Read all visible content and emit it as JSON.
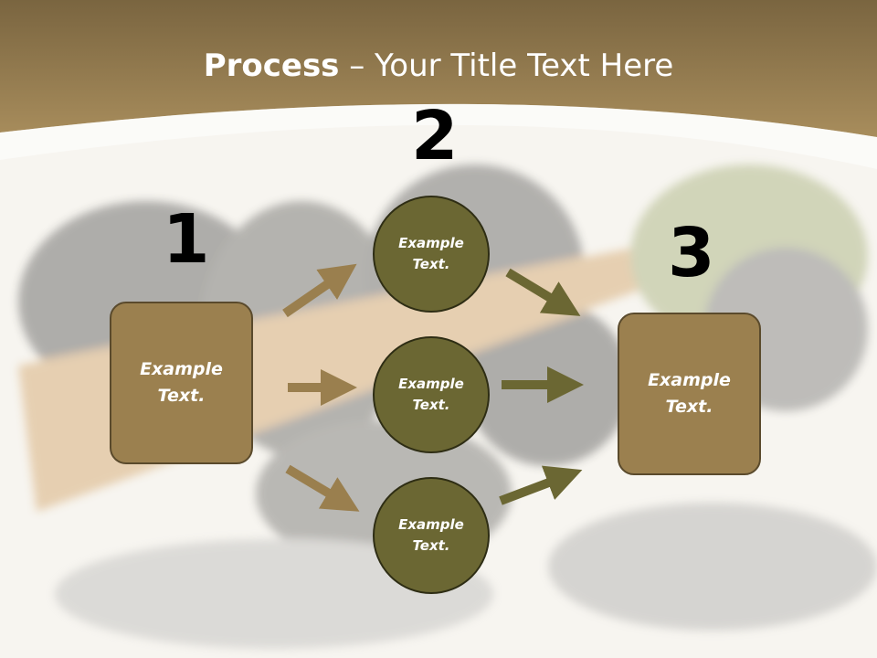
{
  "title": {
    "bold": "Process",
    "rest": " – Your Title Text Here"
  },
  "steps": [
    {
      "number": "1",
      "text": "Example\nText."
    },
    {
      "number": "2",
      "text": ""
    },
    {
      "number": "3",
      "text": "Example\nText."
    }
  ],
  "circles": [
    {
      "text": "Example\nText."
    },
    {
      "text": "Example\nText."
    },
    {
      "text": "Example\nText."
    }
  ],
  "colors": {
    "header_brown": "#9b7d4e",
    "box_fill": "#9b804f",
    "circle_fill": "#6b6733",
    "arrow_left": "#9a7f4e",
    "arrow_right": "#6b6733"
  }
}
